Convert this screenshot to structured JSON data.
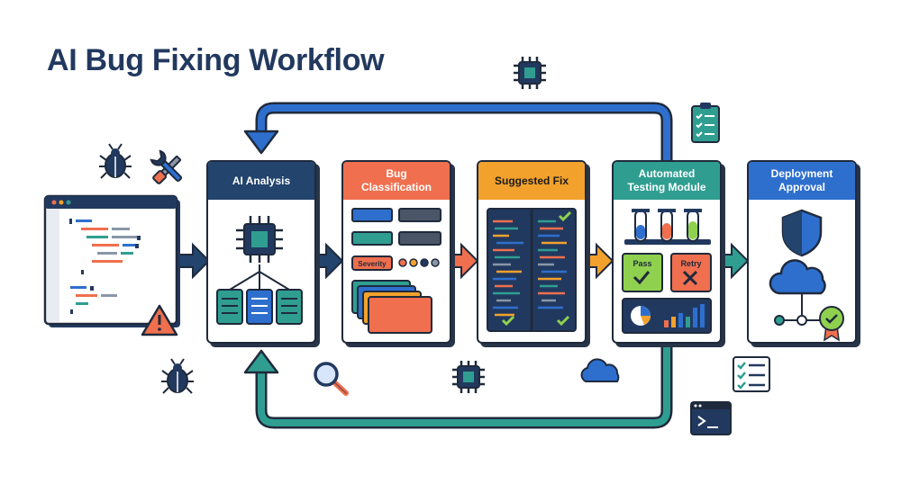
{
  "title": "AI Bug Fixing Workflow",
  "stages": [
    {
      "label": "AI Analysis",
      "color": "#22446d",
      "text_color": "#ffffff"
    },
    {
      "label": "Bug Classification",
      "line1": "Bug",
      "line2": "Classification",
      "color": "#ef6f4e",
      "text_color": "#ffffff"
    },
    {
      "label": "Suggested Fix",
      "color": "#f2a12c",
      "text_color": "#1b1b1b"
    },
    {
      "label": "Automated Testing Module",
      "line1": "Automated",
      "line2": "Testing Module",
      "color": "#2f9e91",
      "text_color": "#ffffff"
    },
    {
      "label": "Deployment Approval",
      "line1": "Deployment",
      "line2": "Approval",
      "color": "#2e6fce",
      "text_color": "#ffffff"
    }
  ],
  "classification": {
    "severity_label": "Severity"
  },
  "testing": {
    "pass_label": "Pass",
    "retry_label": "Retry"
  },
  "side_id": "2040379885",
  "colors": {
    "navy": "#22395f",
    "teal": "#2f9e91",
    "blue": "#2e6fce",
    "orange": "#ef6f4e",
    "amber": "#f2a12c"
  }
}
